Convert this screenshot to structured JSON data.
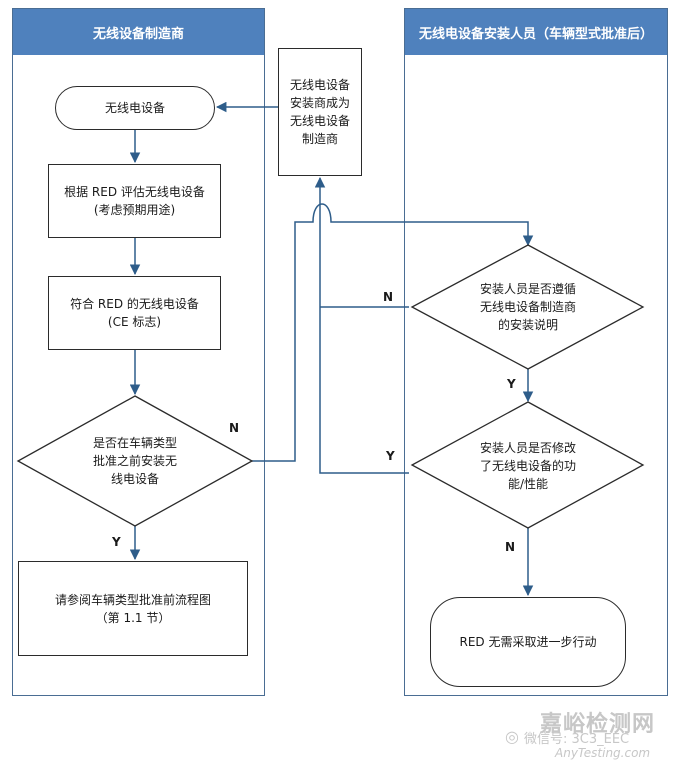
{
  "lanes": {
    "left_title": "无线设备制造商",
    "right_title": "无线电设备安装人员（车辆型式批准后）"
  },
  "nodes": {
    "installer_becomes_manufacturer": [
      "无线电设备",
      "安装商成为",
      "无线电设备",
      "制造商"
    ],
    "radio_equipment": "无线电设备",
    "evaluate": [
      "根据 RED 评估无线电设备",
      "(考虑预期用途)"
    ],
    "compliant": [
      "符合 RED 的无线电设备",
      "(CE 标志)"
    ],
    "decision_before_approval": [
      "是否在车辆类型",
      "批准之前安装无",
      "线电设备"
    ],
    "refer_flowchart": [
      "请参阅车辆类型批准前流程图",
      "（第 1.1 节）"
    ],
    "decision_follow_instructions": [
      "安装人员是否遵循",
      "无线电设备制造商",
      "的安装说明"
    ],
    "decision_modified": [
      "安装人员是否修改",
      "了无线电设备的功",
      "能/性能"
    ],
    "no_action": "RED 无需采取进一步行动"
  },
  "labels": {
    "n1": "N",
    "y1": "Y",
    "n2": "N",
    "y2": "Y",
    "y3": "Y",
    "n3": "N"
  },
  "watermark": {
    "site_cn": "嘉峪检测网",
    "wechat": "微信号: 3C3_EEC",
    "site_en": "AnyTesting.com"
  },
  "colors": {
    "lane_header": "#4f81bd",
    "line": "#2e5d8a",
    "outline": "#2b2b2b"
  }
}
